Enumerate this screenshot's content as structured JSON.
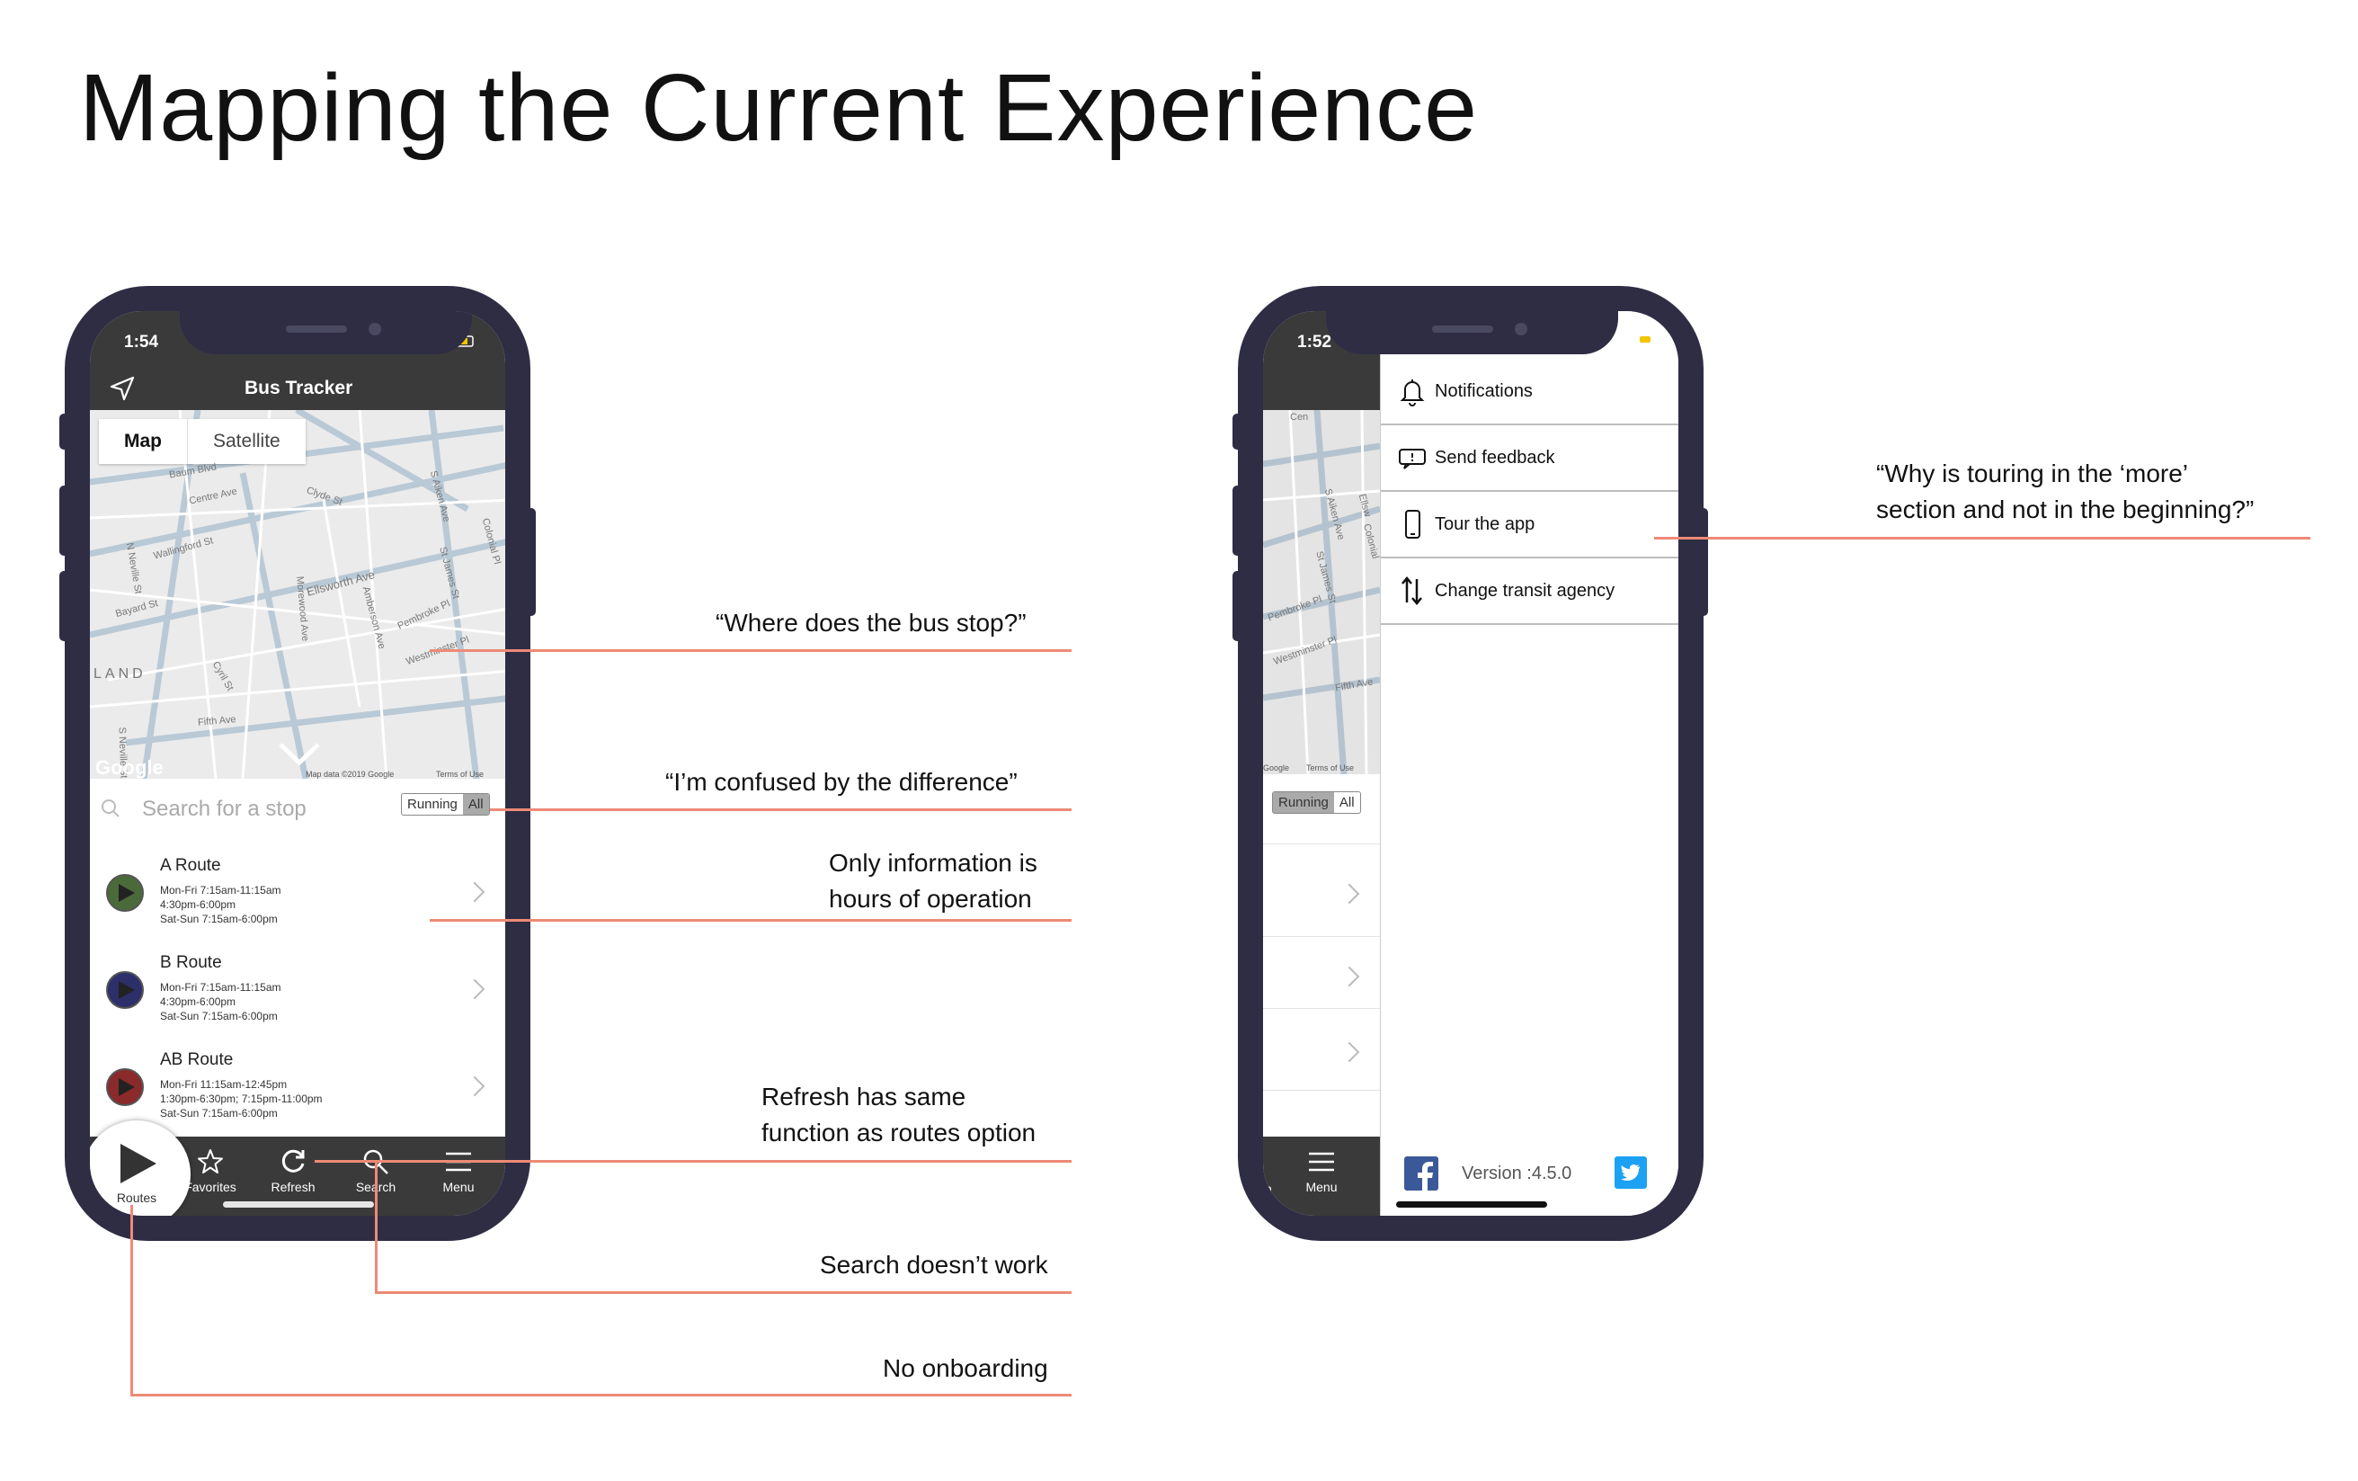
{
  "page": {
    "title": "Mapping the Current Experience"
  },
  "phone_left": {
    "time": "1:54",
    "app_title": "Bus Tracker",
    "map_tabs": [
      "Map",
      "Satellite"
    ],
    "map_labels": [
      "Centre Ave",
      "Ellsworth Ave",
      "Bayard St",
      "Fifth Ave",
      "Morewood Ave",
      "S Aiken Ave",
      "Wallingford St",
      "N Neville St",
      "Amberson Ave",
      "Pembroke Pl",
      "Westminster Pl",
      "St James St",
      "Cyril St",
      "LAND",
      "Baum Blvd",
      "S Neville St",
      "Colonial Pl",
      "Clyde St"
    ],
    "map_footer": {
      "logo": "Google",
      "data": "Map data ©2019 Google",
      "terms": "Terms of Use"
    },
    "search_placeholder": "Search for a stop",
    "filter": [
      "Running",
      "All"
    ],
    "routes": [
      {
        "name": "A Route",
        "lines": [
          "Mon-Fri 7:15am-11:15am",
          "4:30pm-6:00pm",
          "Sat-Sun 7:15am-6:00pm"
        ],
        "color": "#4a6a3a"
      },
      {
        "name": "B Route",
        "lines": [
          "Mon-Fri 7:15am-11:15am",
          "4:30pm-6:00pm",
          "Sat-Sun 7:15am-6:00pm"
        ],
        "color": "#2d2f6a"
      },
      {
        "name": "AB Route",
        "lines": [
          "Mon-Fri 11:15am-12:45pm",
          "1:30pm-6:30pm; 7:15pm-11:00pm",
          "Sat-Sun 7:15am-6:00pm"
        ],
        "color": "#8a2a2a"
      }
    ],
    "tabs": [
      "Routes",
      "Favorites",
      "Refresh",
      "Search",
      "Menu"
    ]
  },
  "phone_right": {
    "time": "1:52",
    "map_labels": [
      "S Aiken Ave",
      "St James St",
      "Pembroke Pl",
      "Westminster Pl",
      "Fifth Ave",
      "Ellsw",
      "Colonial",
      "Cen"
    ],
    "map_footer": {
      "logo": "Google",
      "terms": "Terms of Use"
    },
    "filter": [
      "Running",
      "All"
    ],
    "menu_items": [
      "Notifications",
      "Send feedback",
      "Tour the app",
      "Change transit agency"
    ],
    "version": "Version :4.5.0",
    "tab_menu": "Menu",
    "tab_partial": "h"
  },
  "annotations": {
    "bus_stop": "“Where does the bus stop?”",
    "confused": "“I’m confused by the difference”",
    "info_1": "Only information is",
    "info_2": "hours of operation",
    "refresh_1": "Refresh has same",
    "refresh_2": "function as routes option",
    "search": "Search doesn’t work",
    "onboarding": "No onboarding",
    "touring_1": "“Why is touring in the ‘more’",
    "touring_2": "section and not in the beginning?”"
  },
  "colors": {
    "frame": "#2e2d44",
    "bar": "#3b3a3a",
    "annotation_line": "#ee8a76",
    "battery": "#f2c500",
    "facebook": "#3b5998",
    "twitter": "#1da1f2"
  }
}
